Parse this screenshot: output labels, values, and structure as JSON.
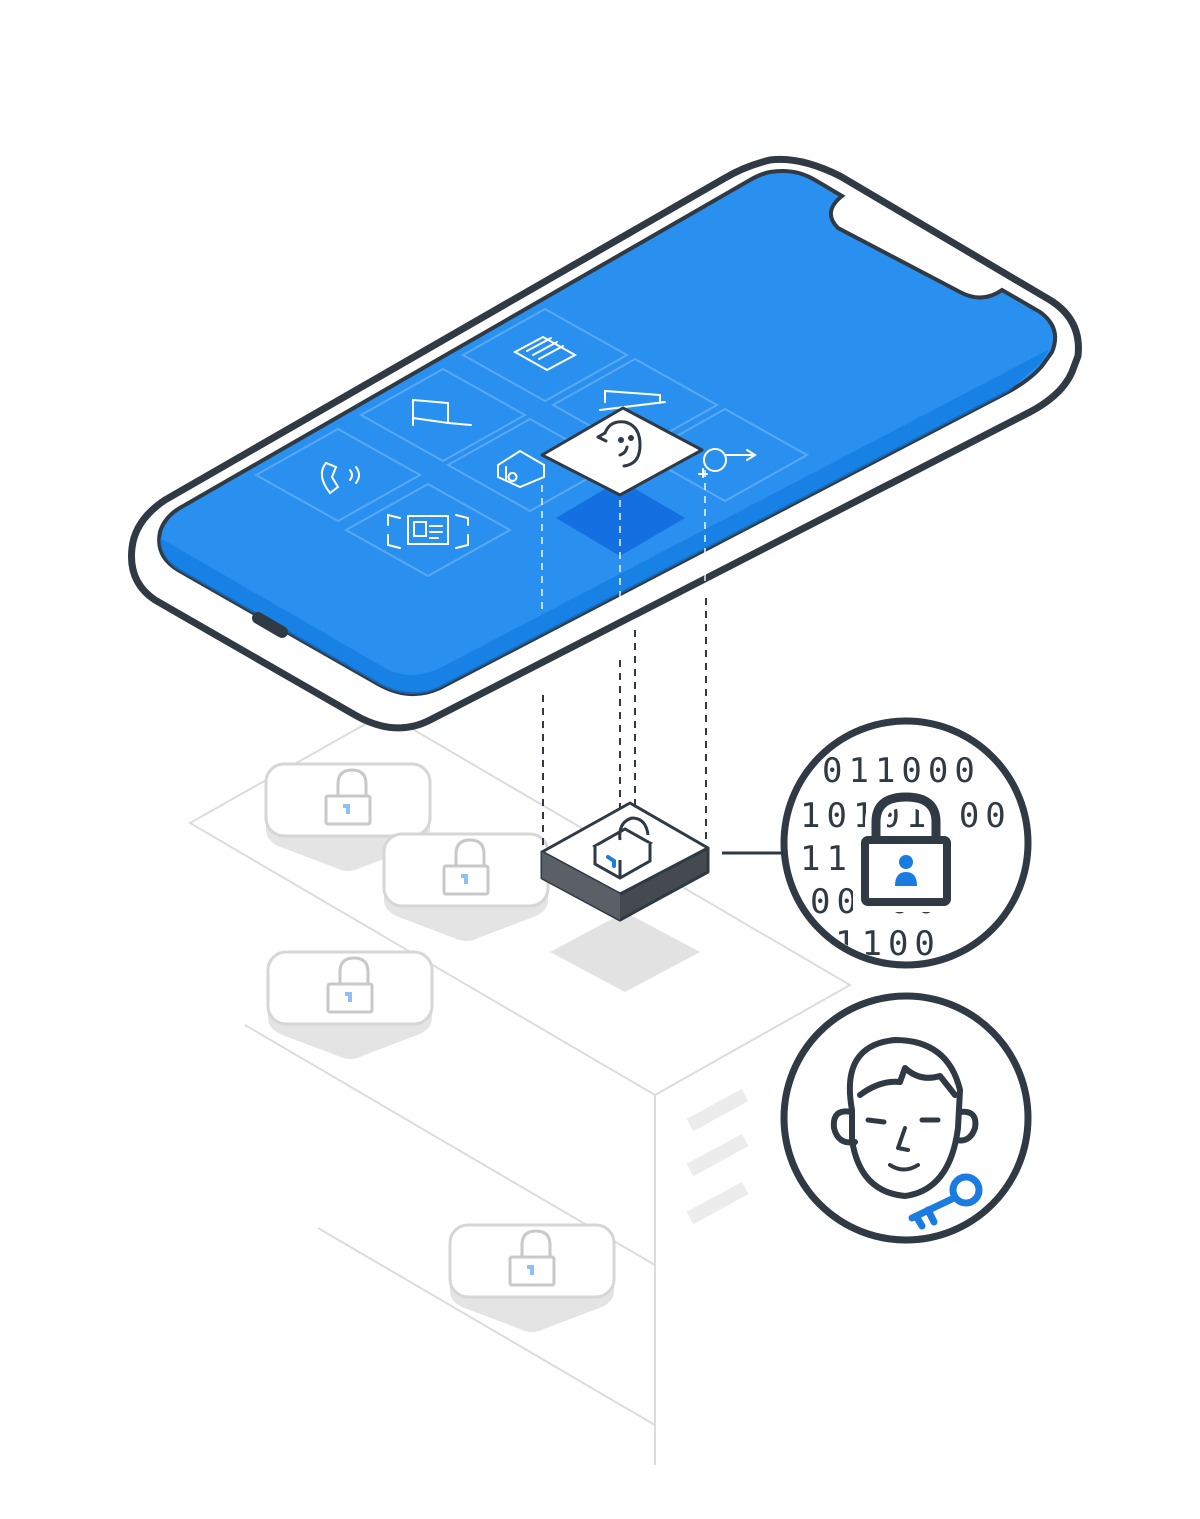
{
  "binary": {
    "rows": [
      "011000",
      "10101 00",
      "110   10",
      "00    00",
      "1100"
    ]
  },
  "colors": {
    "screen_blue": "#2a90f0",
    "screen_edge": "#0f7ae0",
    "outline": "#2f3a44",
    "accent_blue": "#1a7be0",
    "faded_gray": "#e0e0e0",
    "faded_stroke": "#cfcfcf"
  },
  "icons": {
    "phone_apps": [
      "document-icon",
      "flag-icon",
      "calendar-icon",
      "phone-call-icon",
      "home-icon",
      "face-id-icon",
      "gender-icon",
      "id-card-scan-icon"
    ],
    "stack": [
      "padlock-icon",
      "padlock-icon",
      "padlock-icon",
      "padlock-icon"
    ],
    "badges": [
      "encrypted-lock-icon",
      "user-key-icon"
    ]
  }
}
